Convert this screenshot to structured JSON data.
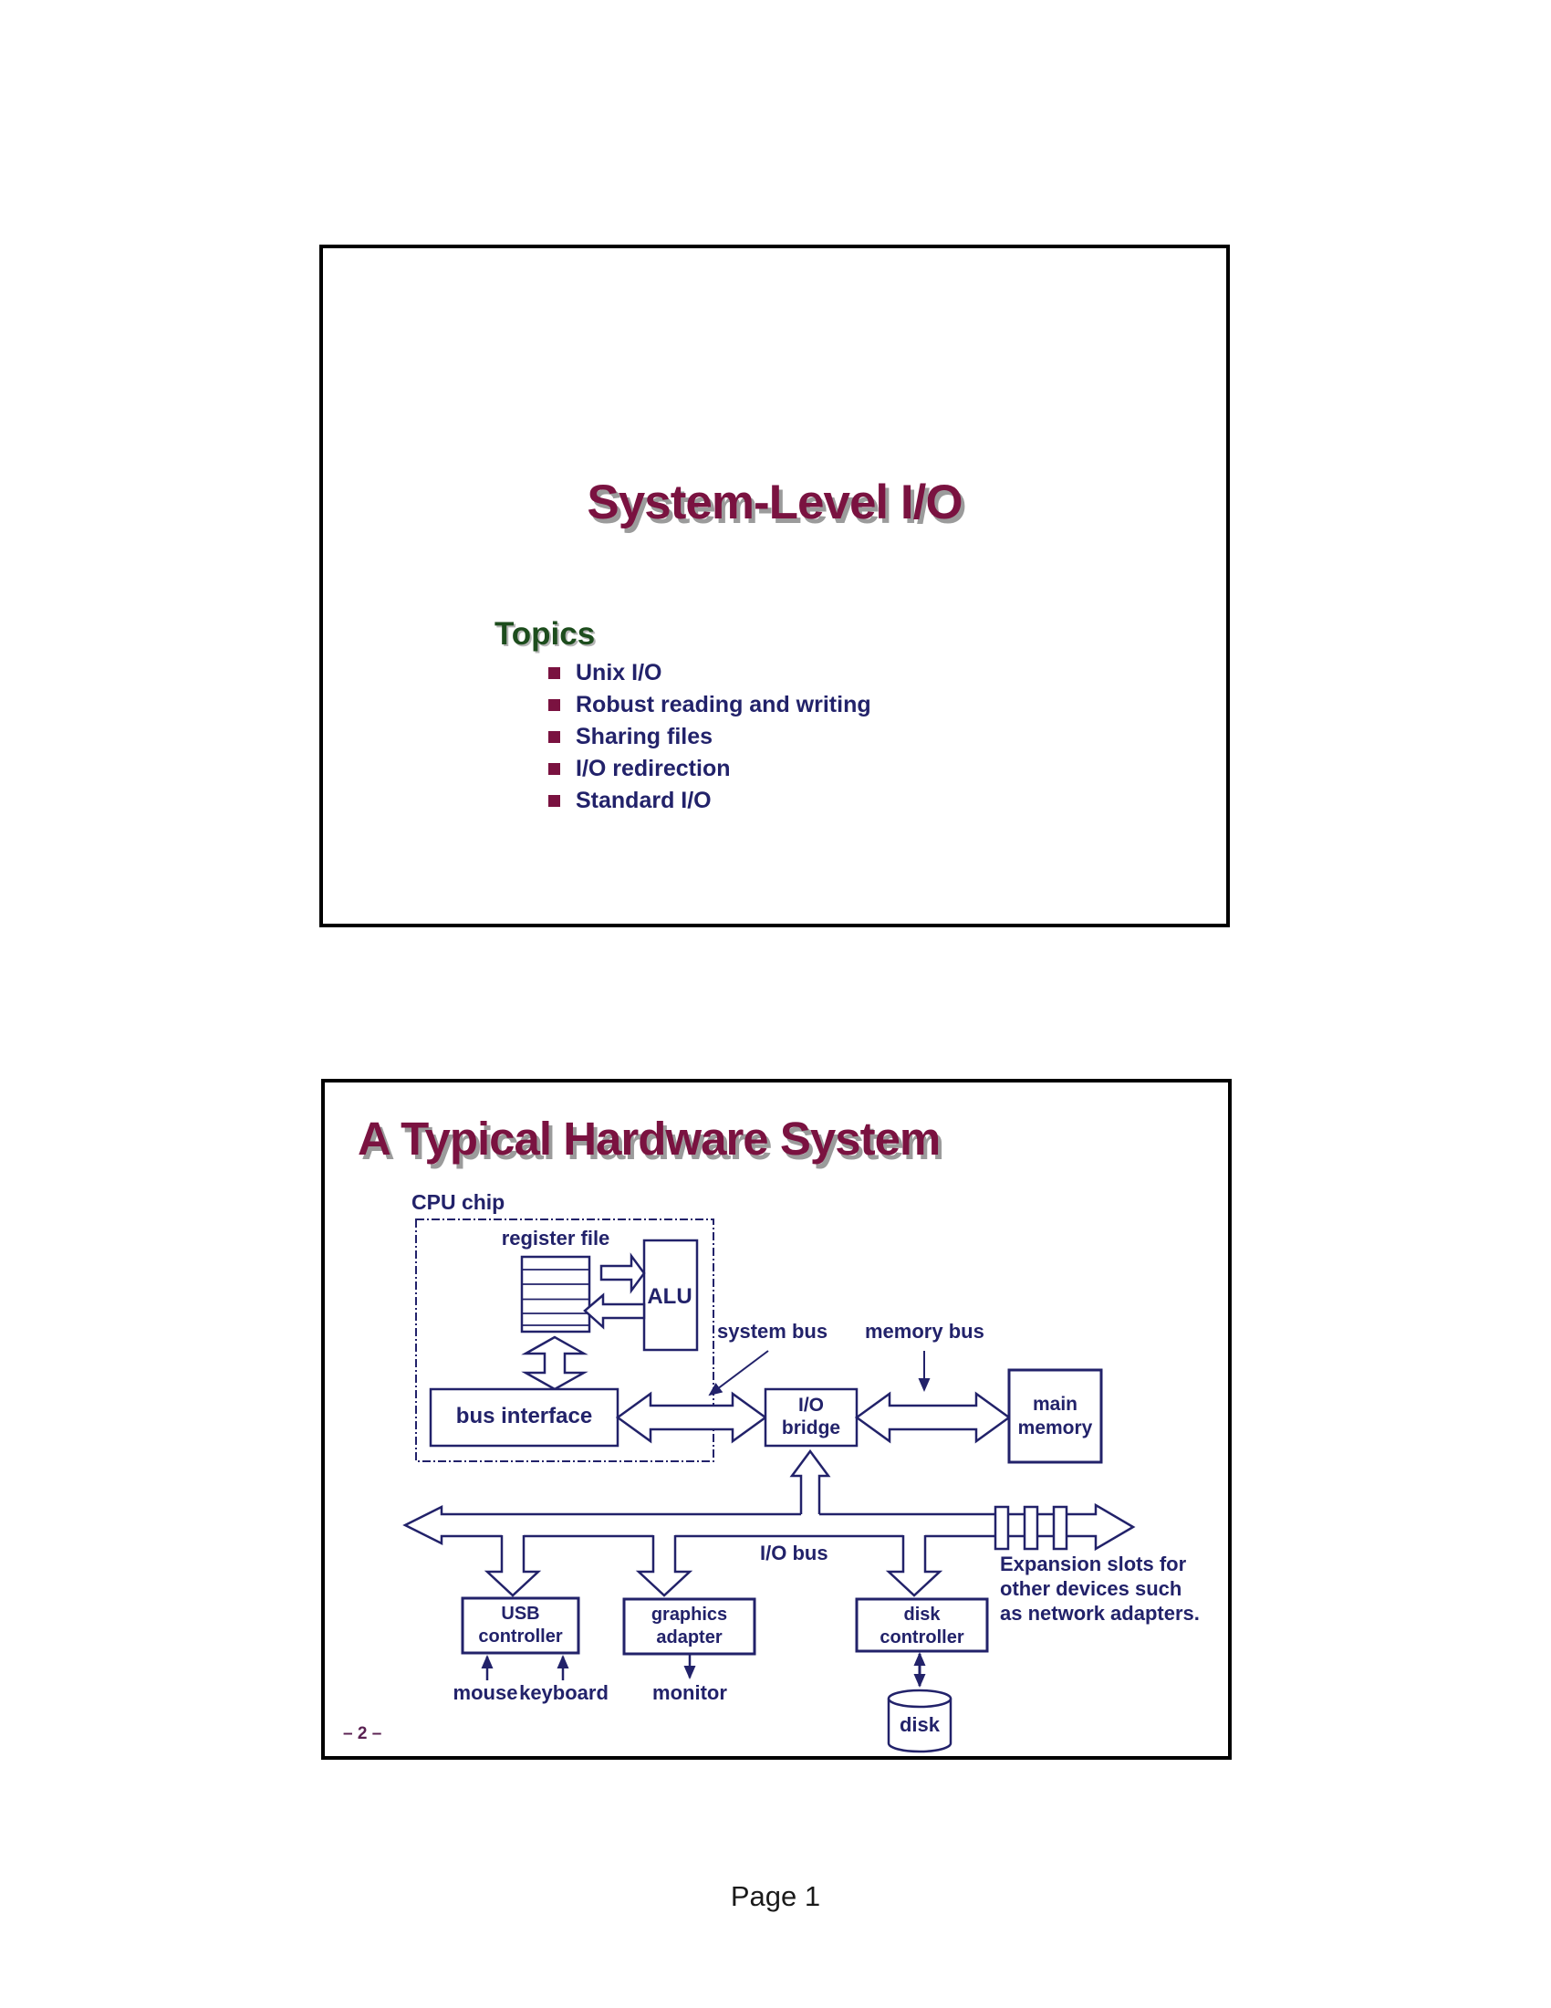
{
  "page": {
    "footer": "Page 1"
  },
  "slide1": {
    "title": "System-Level I/O",
    "topics_heading": "Topics",
    "bullets": [
      "Unix I/O",
      "Robust reading and writing",
      "Sharing files",
      "I/O redirection",
      "Standard I/O"
    ]
  },
  "slide2": {
    "title": "A Typical Hardware System",
    "footer": "– 2 –",
    "labels": {
      "cpu_chip": "CPU chip",
      "register_file": "register file",
      "alu": "ALU",
      "bus_interface": "bus interface",
      "system_bus": "system bus",
      "memory_bus": "memory bus",
      "io_bridge": "I/O\nbridge",
      "main_memory": "main\nmemory",
      "io_bus": "I/O bus",
      "expansion_note": "Expansion slots for\nother devices such\nas network adapters.",
      "usb_controller": "USB\ncontroller",
      "graphics_adapter": "graphics\nadapter",
      "disk_controller": "disk\ncontroller",
      "mouse": "mouse",
      "keyboard": "keyboard",
      "monitor": "monitor",
      "disk": "disk"
    }
  },
  "colors": {
    "diagram_navy": "#22226a",
    "title_maroon": "#7a1240",
    "topics_green": "#1d4d1d",
    "shadow_gray": "#9b9b9b",
    "border_black": "#000000"
  }
}
